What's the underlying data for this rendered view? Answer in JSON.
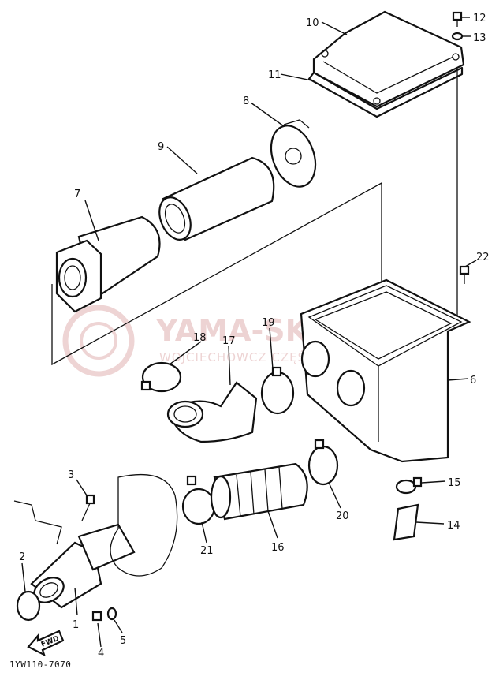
{
  "callouts": [
    "1",
    "2",
    "3",
    "4",
    "5",
    "6",
    "7",
    "8",
    "9",
    "10",
    "11",
    "12",
    "13",
    "14",
    "15",
    "16",
    "17",
    "18",
    "19",
    "20",
    "21",
    "22"
  ],
  "diagram_code": "1YW110-7070",
  "direction_label": "FWD",
  "watermark": {
    "brand": "YAMA-SKLEP.PL",
    "subtitle": "WOJCIECHOWCZ CZĘŚCI YAMAHA"
  },
  "colors": {
    "line": "#111111",
    "watermark": "#d9a0a0",
    "background": "#ffffff"
  }
}
